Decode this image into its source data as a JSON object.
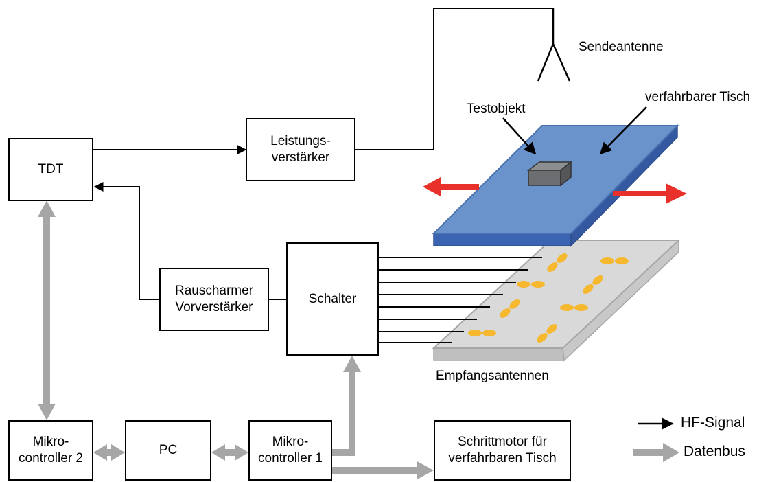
{
  "boxes": {
    "tdt": "TDT",
    "leistungsverstaerker": "Leistungs-\nverstärker",
    "vorverstaerker": "Rauscharmer\nVorverstärker",
    "schalter": "Schalter",
    "mikrocontroller2": "Mikro-\ncontroller 2",
    "pc": "PC",
    "mikrocontroller1": "Mikro-\ncontroller 1",
    "schrittmotor": "Schrittmotor für\nverfahrbaren Tisch"
  },
  "labels": {
    "sendeantenne": "Sendeantenne",
    "testobjekt": "Testobjekt",
    "tisch": "verfahrbarer Tisch",
    "empfangsantennen": "Empfangsantennen"
  },
  "legend": {
    "hf_signal": "HF-Signal",
    "datenbus": "Datenbus"
  },
  "colors": {
    "table_top": "#6a92cb",
    "table_side": "#3b64b2",
    "receiver_plate": "#d9d9d9",
    "receiver_side": "#bfbfbf",
    "antenna_element": "#f5b82e",
    "arrow_red": "#e8312a",
    "bus_gray": "#a6a6a6",
    "object_gray": "#6d6e71"
  }
}
